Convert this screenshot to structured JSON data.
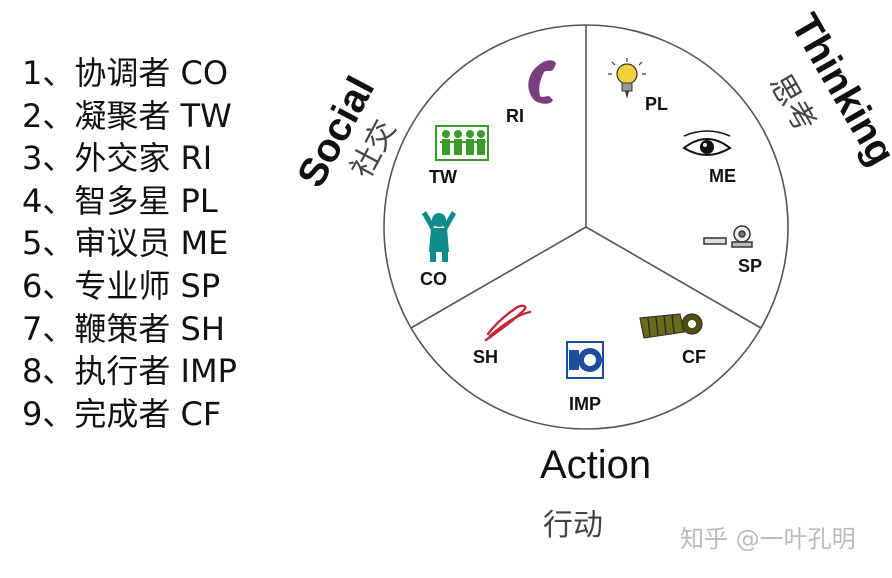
{
  "roles_list": [
    "1、协调者 CO",
    "2、凝聚者 TW",
    "3、外交家 RI",
    "4、智多星 PL",
    "5、审议员 ME",
    "6、专业师 SP",
    "7、鞭策者 SH",
    "8、执行者 IMP",
    "9、完成者 CF"
  ],
  "categories": {
    "social": {
      "en": "Social",
      "cn": "社交"
    },
    "thinking": {
      "en": "Thinking",
      "cn": "思考"
    },
    "action": {
      "en": "Action",
      "cn": "行动"
    }
  },
  "wheel_roles": [
    {
      "code": "RI",
      "icon": "phone-icon"
    },
    {
      "code": "TW",
      "icon": "team-people-icon"
    },
    {
      "code": "CO",
      "icon": "coordinator-figure-icon"
    },
    {
      "code": "PL",
      "icon": "lightbulb-icon"
    },
    {
      "code": "ME",
      "icon": "eye-icon"
    },
    {
      "code": "SP",
      "icon": "specialist-tool-icon"
    },
    {
      "code": "SH",
      "icon": "whip-icon"
    },
    {
      "code": "IMP",
      "icon": "implementer-square-icon"
    },
    {
      "code": "CF",
      "icon": "wrench-screw-icon"
    }
  ],
  "watermark": "知乎 @一叶孔明",
  "colors": {
    "circle": "#555555",
    "phone": "#7b3f7f",
    "team": "#3a9a2a",
    "coordinator": "#0f8c8a",
    "bulb": "#f3d13a",
    "whip": "#c0283a",
    "imp": "#1f4e9c",
    "cf": "#6b6a16"
  }
}
